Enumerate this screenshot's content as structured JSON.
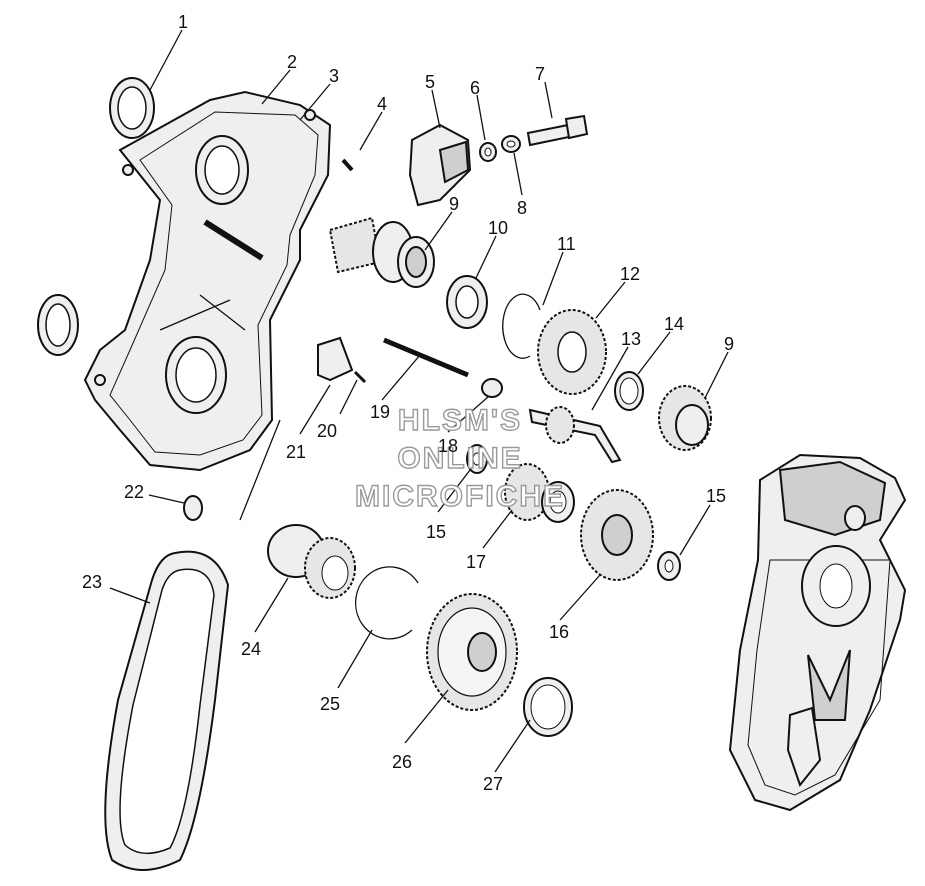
{
  "callouts": [
    "1",
    "2",
    "3",
    "4",
    "5",
    "6",
    "7",
    "8",
    "9",
    "10",
    "11",
    "12",
    "13",
    "14",
    "9",
    "15",
    "16",
    "17",
    "18",
    "15",
    "19",
    "20",
    "21",
    "22",
    "23",
    "24",
    "25",
    "26",
    "27"
  ],
  "watermark": [
    "HLSM'S",
    "ONLINE",
    "MICROFICHE"
  ]
}
